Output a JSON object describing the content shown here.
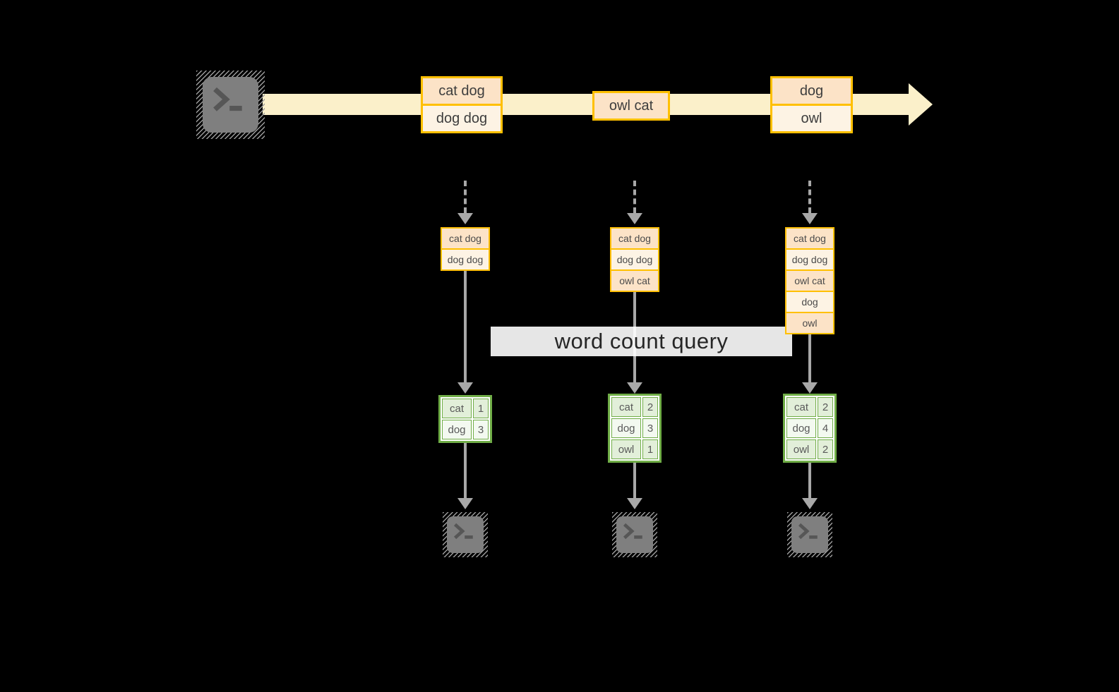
{
  "query_label": "word count query",
  "colors": {
    "background": "#000000",
    "stream_band": "#FBF0CA",
    "record_border_gold": "#FFC000",
    "record_fill_peach": "#FCE3C7",
    "record_fill_cream": "#FDF3E4",
    "arrow_gray": "#A8A8A8",
    "table_border_green": "#70AD47",
    "table_cell_green": "#E2EFD9",
    "table_cell_green_light": "#F3F9F0",
    "terminal_gray": "#7F7F7F",
    "query_band_bg": "#FFFFFF",
    "query_text": "#262626"
  },
  "stream": {
    "source_icon": "terminal",
    "batches": [
      {
        "records": [
          "cat dog",
          "dog dog"
        ]
      },
      {
        "records": [
          "owl cat"
        ]
      },
      {
        "records": [
          "dog",
          "owl"
        ]
      }
    ]
  },
  "micro_batches": [
    {
      "input_records": [
        "cat dog",
        "dog dog"
      ],
      "counts": [
        {
          "word": "cat",
          "count": "1"
        },
        {
          "word": "dog",
          "count": "3"
        }
      ]
    },
    {
      "input_records": [
        "cat dog",
        "dog dog",
        "owl cat"
      ],
      "counts": [
        {
          "word": "cat",
          "count": "2"
        },
        {
          "word": "dog",
          "count": "3"
        },
        {
          "word": "owl",
          "count": "1"
        }
      ]
    },
    {
      "input_records": [
        "cat dog",
        "dog dog",
        "owl cat",
        "dog",
        "owl"
      ],
      "counts": [
        {
          "word": "cat",
          "count": "2"
        },
        {
          "word": "dog",
          "count": "4"
        },
        {
          "word": "owl",
          "count": "2"
        }
      ]
    }
  ]
}
